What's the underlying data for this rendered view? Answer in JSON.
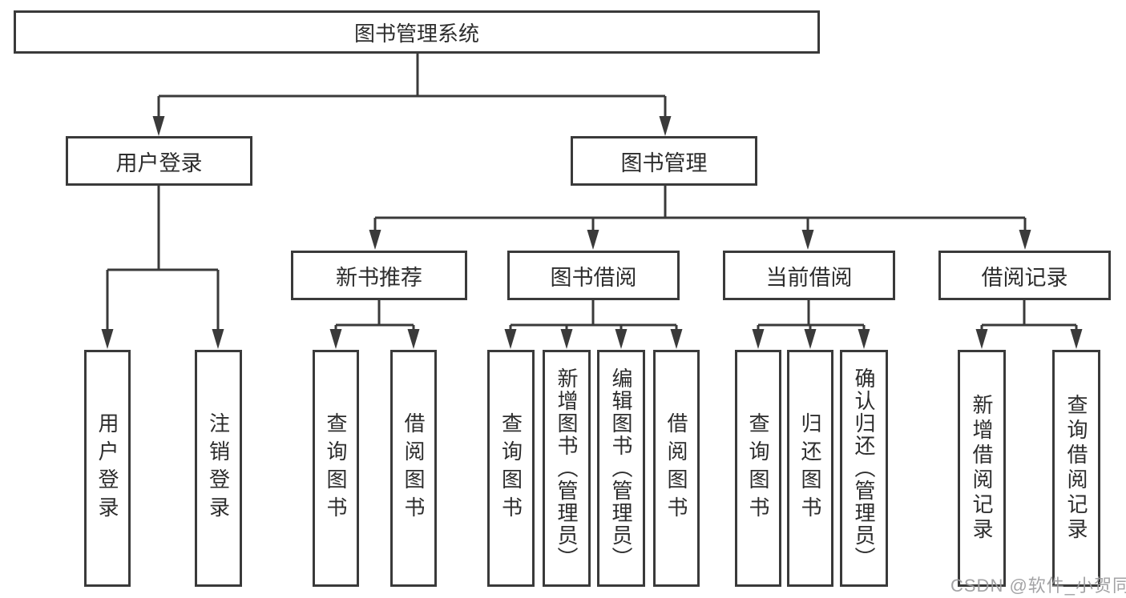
{
  "tree": {
    "root": {
      "label": "图书管理系统",
      "children": [
        {
          "label": "用户登录",
          "children": [
            {
              "label": "用户登录"
            },
            {
              "label": "注销登录"
            }
          ]
        },
        {
          "label": "图书管理",
          "children": [
            {
              "label": "新书推荐",
              "children": [
                {
                  "label": "查询图书"
                },
                {
                  "label": "借阅图书"
                }
              ]
            },
            {
              "label": "图书借阅",
              "children": [
                {
                  "label": "查询图书"
                },
                {
                  "label": "新增图书（管理员）"
                },
                {
                  "label": "编辑图书（管理员）"
                },
                {
                  "label": "借阅图书"
                }
              ]
            },
            {
              "label": "当前借阅",
              "children": [
                {
                  "label": "查询图书"
                },
                {
                  "label": "归还图书"
                },
                {
                  "label": "确认归还（管理员）"
                }
              ]
            },
            {
              "label": "借阅记录",
              "children": [
                {
                  "label": "新增借阅记录"
                },
                {
                  "label": "查询借阅记录"
                }
              ]
            }
          ]
        }
      ]
    }
  },
  "watermark": {
    "text": "CSDN @软件_小贺同学"
  },
  "colors": {
    "line": "#3a3a3a",
    "text": "#2d2d2d",
    "watermark": "#9c9c9e",
    "background": "#ffffff"
  }
}
